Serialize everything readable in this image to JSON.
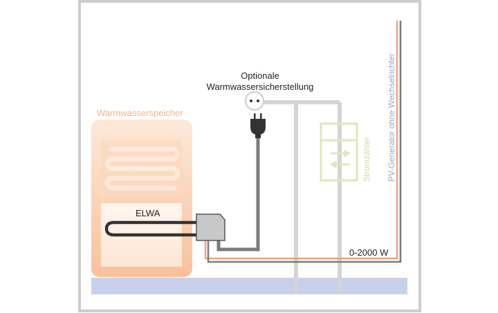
{
  "labels": {
    "storage_tank": "Warmwasserspeicher",
    "heating_element": "ELWA",
    "optional_line1": "Optionale",
    "optional_line2": "Warmwassersicherstellung",
    "meter": "Stromzähler",
    "pv_generator": "PV-Generator ohne Wechselrichter",
    "power_range": "0-2000 W"
  },
  "colors": {
    "frame": "#cdcdcd",
    "tank": "#f9c9a8",
    "tank_outer": "#fde7d6",
    "pv_line": "#f0a37a",
    "dark_line": "#7b7b7b",
    "gray_line": "#d4d4d4",
    "meter": "#dfe8b8",
    "ground": "#c9d0ea",
    "device": "#c8c8c8",
    "element": "#333333"
  },
  "icons": {
    "socket": "power-socket-icon",
    "plug": "power-plug-icon",
    "meter_arrows": "bidirectional-arrows-icon"
  }
}
